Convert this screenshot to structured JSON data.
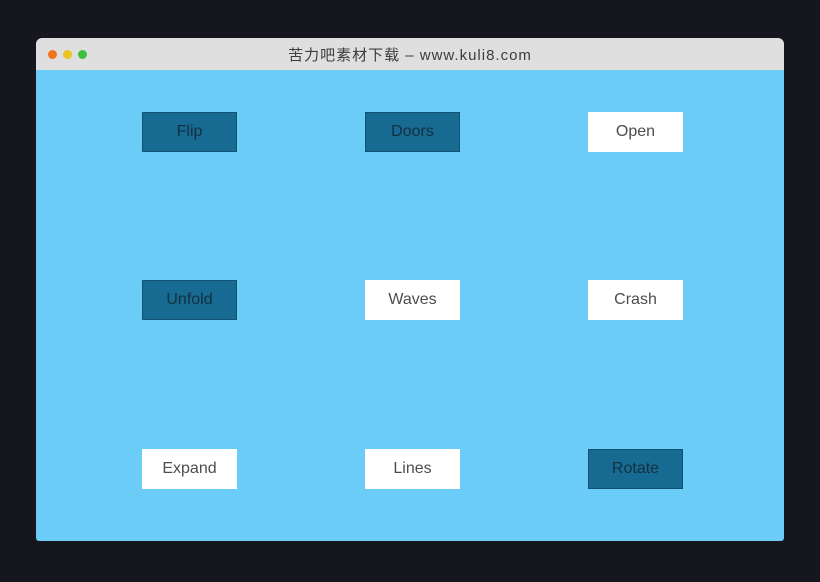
{
  "window": {
    "title": "苦力吧素材下载 – www.kuli8.com",
    "traffic_lights": [
      {
        "name": "close",
        "color": "#f0731d"
      },
      {
        "name": "minimize",
        "color": "#eac51f"
      },
      {
        "name": "maximize",
        "color": "#39c139"
      }
    ]
  },
  "colors": {
    "page_background": "#16161f",
    "titlebar_background": "#dfdfdf",
    "stage_background": "#6bccf8",
    "dark_button_background": "#176a92",
    "dark_button_text": "#14303f",
    "light_button_background": "#ffffff",
    "light_button_text": "#4d4d4d"
  },
  "buttons": [
    {
      "label": "Flip",
      "variant": "dark"
    },
    {
      "label": "Doors",
      "variant": "dark"
    },
    {
      "label": "Open",
      "variant": "light"
    },
    {
      "label": "Unfold",
      "variant": "dark"
    },
    {
      "label": "Waves",
      "variant": "light"
    },
    {
      "label": "Crash",
      "variant": "light"
    },
    {
      "label": "Expand",
      "variant": "light"
    },
    {
      "label": "Lines",
      "variant": "light"
    },
    {
      "label": "Rotate",
      "variant": "dark"
    }
  ]
}
